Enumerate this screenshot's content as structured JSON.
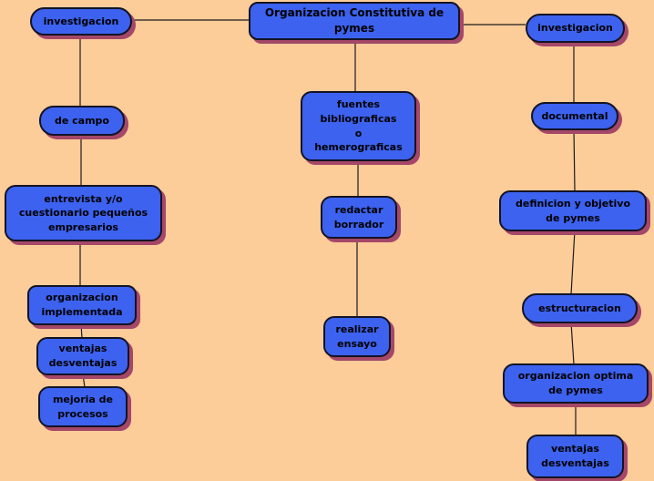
{
  "diagram": {
    "type": "concept-map",
    "background_color": "#fccc99",
    "node_fill_color": "#3c62ef",
    "node_border_color": "#131324",
    "node_shadow_color": "#a54768",
    "edge_color": "#1c1c1c",
    "nodes": {
      "root": {
        "label": "Organizacion Constitutiva de\npymes"
      },
      "inv_left": {
        "label": "investigacion"
      },
      "inv_right": {
        "label": "investigacion"
      },
      "de_campo": {
        "label": "de campo"
      },
      "entrevista": {
        "label": "entrevista y/o\ncuestionario pequeños\nempresarios"
      },
      "org_implementada": {
        "label": "organizacion\nimplementada"
      },
      "ventajas_left": {
        "label": "ventajas\ndesventajas"
      },
      "mejoria": {
        "label": "mejoria de\nprocesos"
      },
      "fuentes": {
        "label": "fuentes\nbibliograficas\no\nhemerograficas"
      },
      "redactar": {
        "label": "redactar\nborrador"
      },
      "realizar": {
        "label": "realizar\nensayo"
      },
      "documental": {
        "label": "documental"
      },
      "definicion": {
        "label": "definicion y objetivo\nde pymes"
      },
      "estructuracion": {
        "label": "estructuracion"
      },
      "org_optima": {
        "label": "organizacion optima\nde pymes"
      },
      "ventajas_right": {
        "label": "ventajas\ndesventajas"
      }
    },
    "edges": [
      {
        "from": "root",
        "to": "inv_left"
      },
      {
        "from": "root",
        "to": "inv_right"
      },
      {
        "from": "root",
        "to": "fuentes"
      },
      {
        "from": "inv_left",
        "to": "de_campo"
      },
      {
        "from": "de_campo",
        "to": "entrevista"
      },
      {
        "from": "entrevista",
        "to": "org_implementada"
      },
      {
        "from": "org_implementada",
        "to": "ventajas_left"
      },
      {
        "from": "ventajas_left",
        "to": "mejoria"
      },
      {
        "from": "fuentes",
        "to": "redactar"
      },
      {
        "from": "redactar",
        "to": "realizar"
      },
      {
        "from": "inv_right",
        "to": "documental"
      },
      {
        "from": "documental",
        "to": "definicion"
      },
      {
        "from": "definicion",
        "to": "estructuracion"
      },
      {
        "from": "estructuracion",
        "to": "org_optima"
      },
      {
        "from": "org_optima",
        "to": "ventajas_right"
      }
    ]
  }
}
